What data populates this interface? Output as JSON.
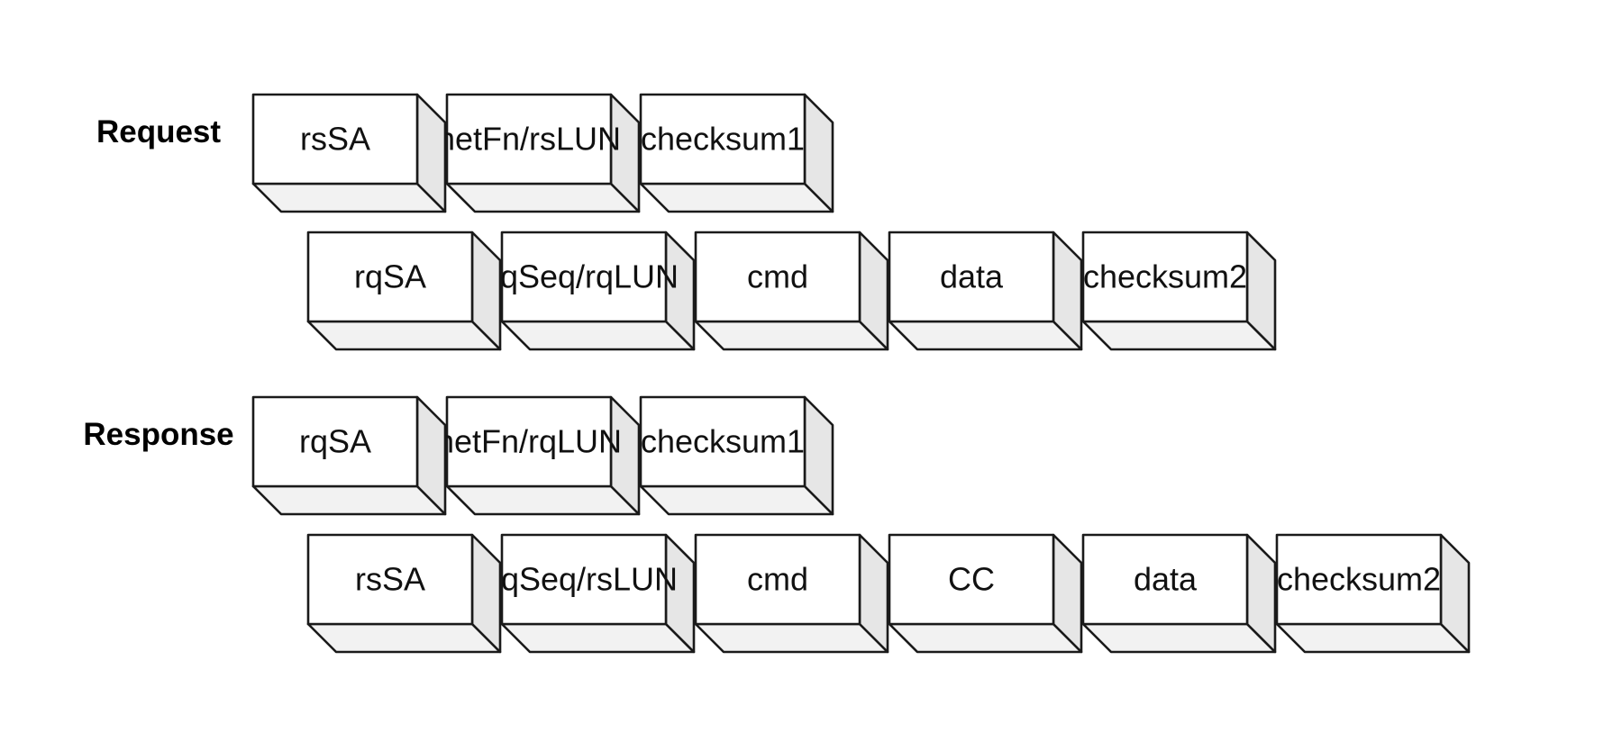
{
  "request": {
    "label": "Request",
    "frame1": [
      "rsSA",
      "netFn/rsLUN",
      "checksum1"
    ],
    "frame2": [
      "rqSA",
      "rqSeq/rqLUN",
      "cmd",
      "data",
      "checksum2"
    ]
  },
  "response": {
    "label": "Response",
    "frame1": [
      "rqSA",
      "netFn/rqLUN",
      "checksum1"
    ],
    "frame2": [
      "rsSA",
      "rqSeq/rsLUN",
      "cmd",
      "CC",
      "data",
      "checksum2"
    ]
  }
}
